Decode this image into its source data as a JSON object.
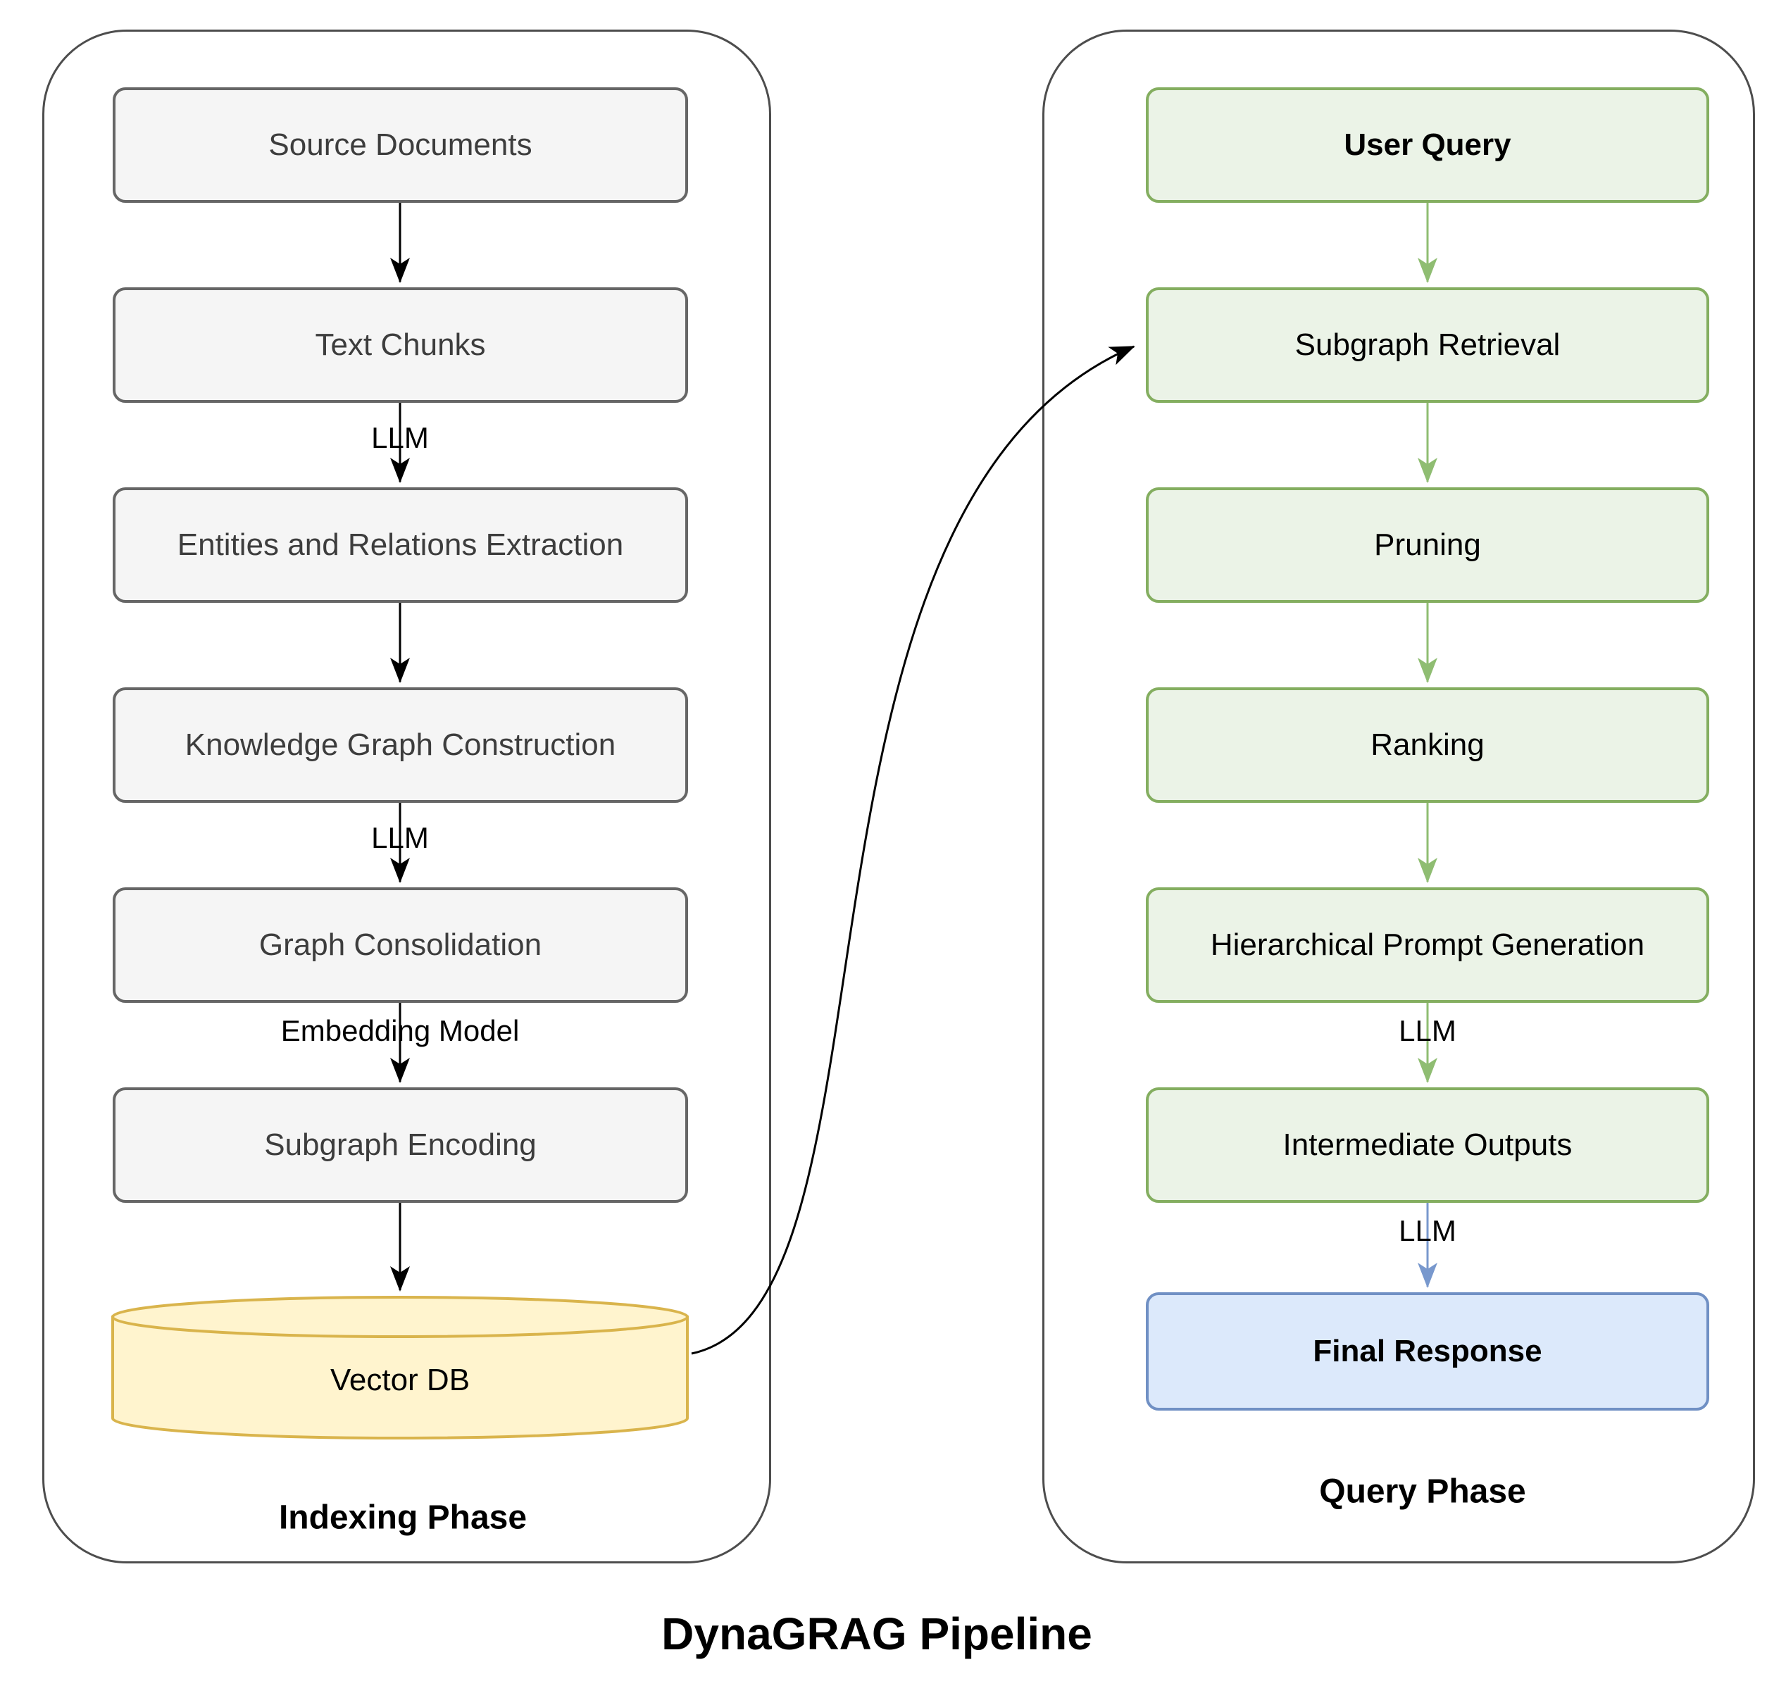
{
  "diagram_title": "DynaGRAG Pipeline",
  "indexing_phase": {
    "label": "Indexing Phase",
    "boxes": [
      "Source Documents",
      "Text Chunks",
      "Entities and Relations Extraction",
      "Knowledge Graph Construction",
      "Graph Consolidation",
      "Subgraph Encoding"
    ],
    "datastore": "Vector DB",
    "edge_labels": [
      "LLM",
      "LLM",
      "Embedding Model"
    ]
  },
  "query_phase": {
    "label": "Query Phase",
    "boxes": [
      "User Query",
      "Subgraph Retrieval",
      "Pruning",
      "Ranking",
      "Hierarchical Prompt Generation",
      "Intermediate Outputs",
      "Final Response"
    ],
    "edge_labels": [
      "LLM",
      "LLM"
    ]
  },
  "colors": {
    "gray_box_fill": "#F5F5F5",
    "gray_box_border": "#666666",
    "gray_box_text": "#3D3D3D",
    "green_box_fill": "#EBF3E7",
    "green_box_border": "#84AE60",
    "green_arrow": "#8FBD72",
    "yellow_db_fill": "#FFF4CE",
    "yellow_db_border": "#D9B44C",
    "blue_box_fill": "#DCE9FB",
    "blue_box_border": "#7090C4",
    "blue_arrow": "#7898CD",
    "black_arrow": "#000000",
    "container_border": "#4D4D4D"
  }
}
